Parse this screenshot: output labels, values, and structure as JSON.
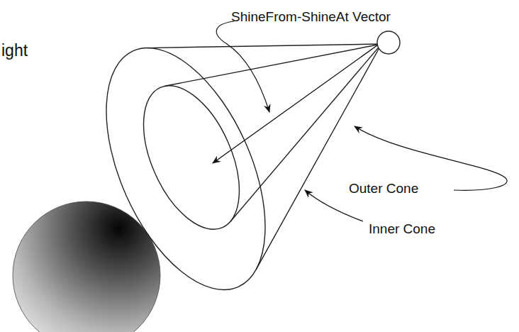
{
  "diagram": {
    "labels": [
      "ight",
      "ShineFrom-ShineAt Vector",
      "Outer Cone",
      "Inner Cone"
    ]
  }
}
